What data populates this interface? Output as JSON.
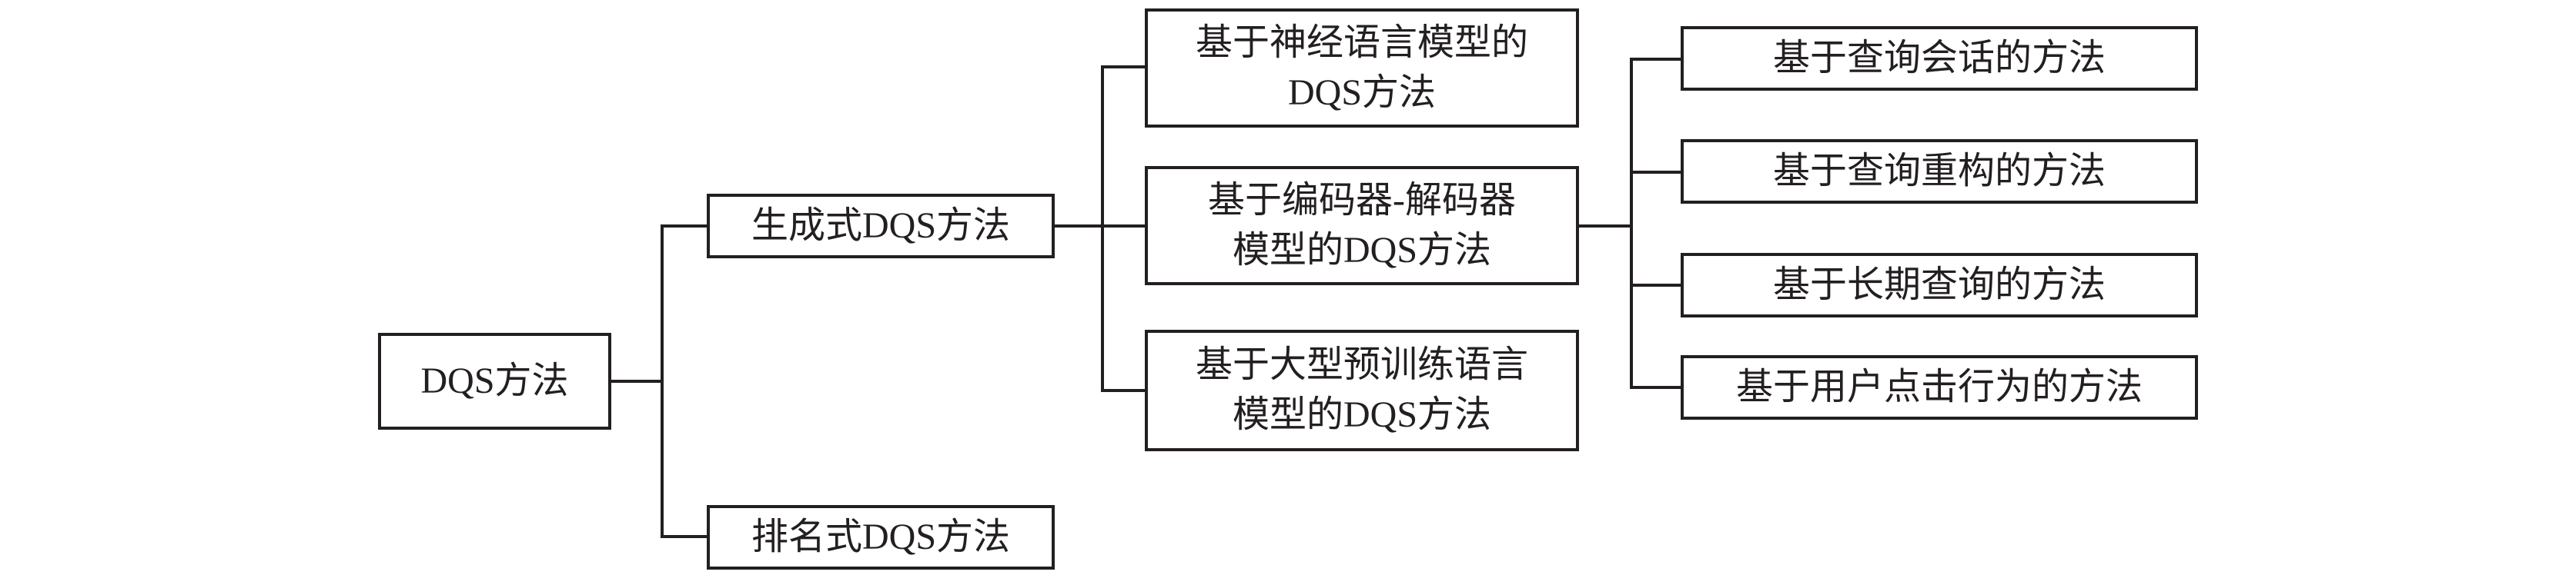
{
  "root": {
    "label": "DQS方法"
  },
  "level1": [
    {
      "label": "生成式DQS方法"
    },
    {
      "label": "排名式DQS方法"
    }
  ],
  "level2": [
    {
      "lines": [
        "基于神经语言模型的",
        "DQS方法"
      ]
    },
    {
      "lines": [
        "基于编码器-解码器",
        "模型的DQS方法"
      ]
    },
    {
      "lines": [
        "基于大型预训练语言",
        "模型的DQS方法"
      ]
    }
  ],
  "level3": [
    {
      "label": "基于查询会话的方法"
    },
    {
      "label": "基于查询重构的方法"
    },
    {
      "label": "基于长期查询的方法"
    },
    {
      "label": "基于用户点击行为的方法"
    }
  ]
}
